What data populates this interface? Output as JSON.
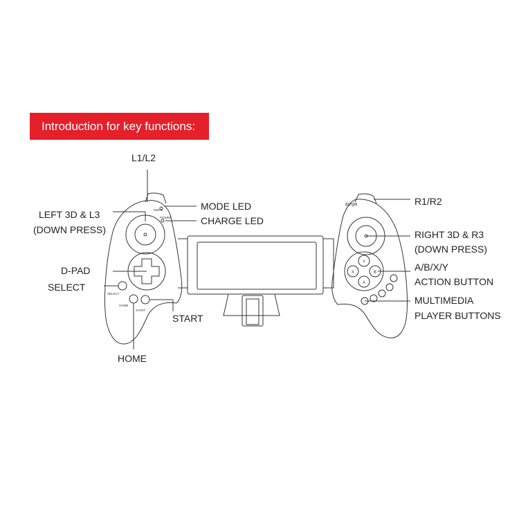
{
  "banner": {
    "title": "Introduction for key functions:"
  },
  "labels": {
    "l1_l2": "L1/L2",
    "left_3d_l3": "LEFT 3D & L3",
    "left_down_press": "(DOWN PRESS)",
    "mode_led": "MODE LED",
    "charge_led": "CHARGE LED",
    "d_pad": "D-PAD",
    "select": "SELECT",
    "start": "START",
    "home": "HOME",
    "r1_r2": "R1/R2",
    "right_3d_r3": "RIGHT 3D & R3",
    "right_down_press": "(DOWN PRESS)",
    "abxy": "A/B/X/Y",
    "action_button": "ACTION BUTTON",
    "multimedia": "MULTIMEDIA",
    "player_buttons": "PLAYER BUTTONS"
  },
  "device_print": {
    "brand": "ipega",
    "select": "SELECT",
    "home": "HOME",
    "start": "START",
    "mode": "MODE",
    "power": "POWER",
    "btn_y": "Y",
    "btn_b": "B",
    "btn_x": "X",
    "btn_a": "A"
  }
}
